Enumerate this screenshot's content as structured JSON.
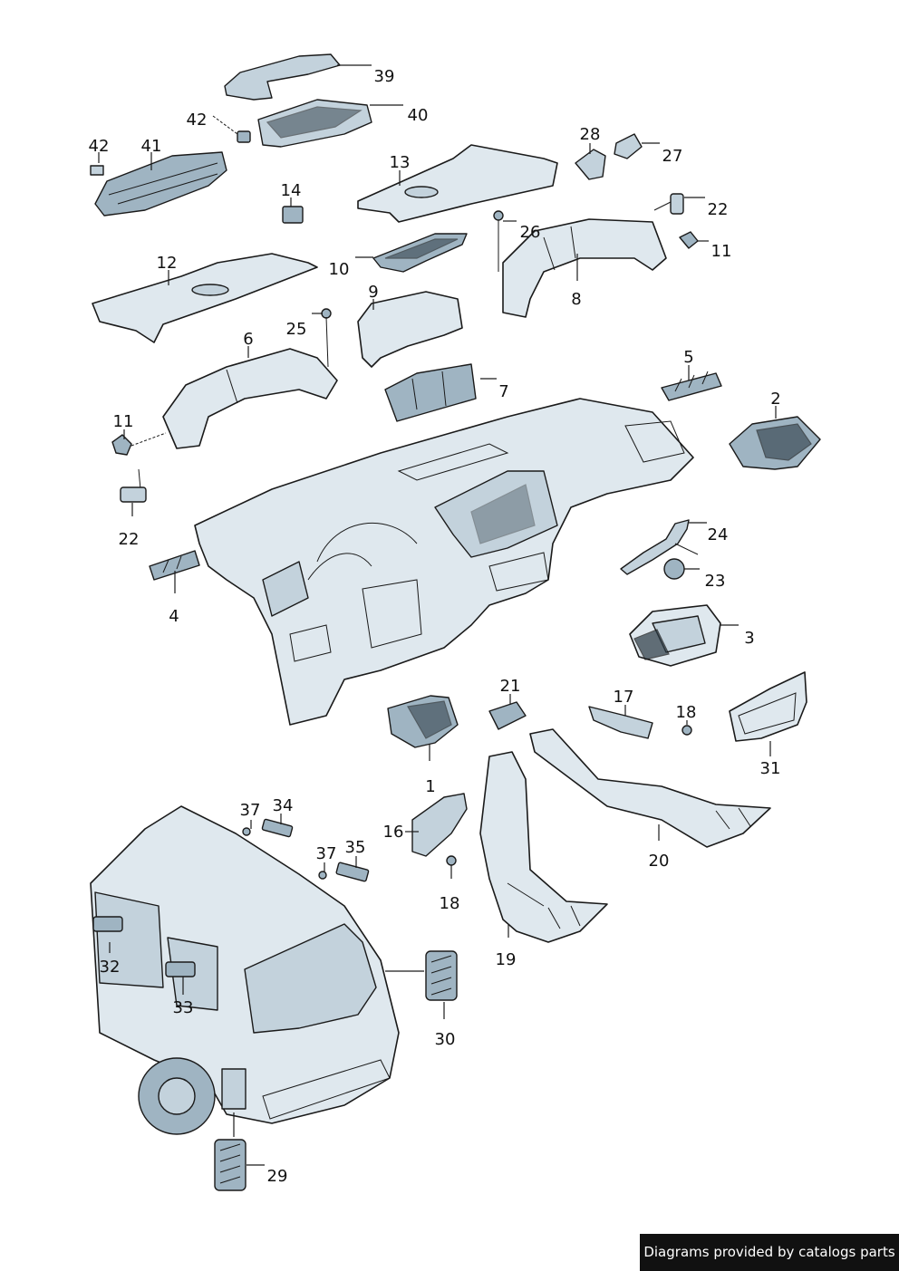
{
  "callouts": [
    {
      "id": "39",
      "label": "39"
    },
    {
      "id": "40",
      "label": "40"
    },
    {
      "id": "42a",
      "label": "42"
    },
    {
      "id": "42b",
      "label": "42"
    },
    {
      "id": "41",
      "label": "41"
    },
    {
      "id": "13",
      "label": "13"
    },
    {
      "id": "28",
      "label": "28"
    },
    {
      "id": "27",
      "label": "27"
    },
    {
      "id": "14",
      "label": "14"
    },
    {
      "id": "22a",
      "label": "22"
    },
    {
      "id": "26",
      "label": "26"
    },
    {
      "id": "11a",
      "label": "11"
    },
    {
      "id": "12",
      "label": "12"
    },
    {
      "id": "10",
      "label": "10"
    },
    {
      "id": "8",
      "label": "8"
    },
    {
      "id": "9",
      "label": "9"
    },
    {
      "id": "25",
      "label": "25"
    },
    {
      "id": "6",
      "label": "6"
    },
    {
      "id": "5",
      "label": "5"
    },
    {
      "id": "7",
      "label": "7"
    },
    {
      "id": "2",
      "label": "2"
    },
    {
      "id": "11b",
      "label": "11"
    },
    {
      "id": "22b",
      "label": "22"
    },
    {
      "id": "24",
      "label": "24"
    },
    {
      "id": "23",
      "label": "23"
    },
    {
      "id": "4",
      "label": "4"
    },
    {
      "id": "3",
      "label": "3"
    },
    {
      "id": "21",
      "label": "21"
    },
    {
      "id": "17",
      "label": "17"
    },
    {
      "id": "18a",
      "label": "18"
    },
    {
      "id": "31",
      "label": "31"
    },
    {
      "id": "1",
      "label": "1"
    },
    {
      "id": "37a",
      "label": "37"
    },
    {
      "id": "34",
      "label": "34"
    },
    {
      "id": "16",
      "label": "16"
    },
    {
      "id": "37b",
      "label": "37"
    },
    {
      "id": "35",
      "label": "35"
    },
    {
      "id": "18b",
      "label": "18"
    },
    {
      "id": "20",
      "label": "20"
    },
    {
      "id": "32",
      "label": "32"
    },
    {
      "id": "33",
      "label": "33"
    },
    {
      "id": "19",
      "label": "19"
    },
    {
      "id": "30",
      "label": "30"
    },
    {
      "id": "29",
      "label": "29"
    }
  ],
  "footer": {
    "text": "Diagrams provided by catalogs parts"
  }
}
